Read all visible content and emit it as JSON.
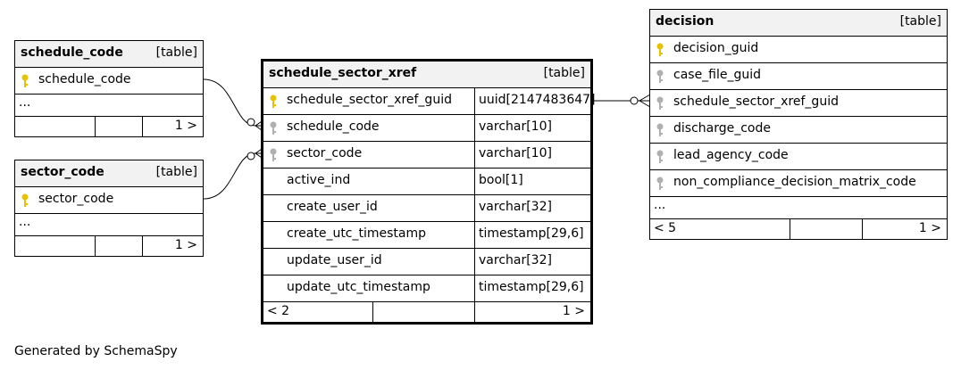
{
  "tables": {
    "schedule_code": {
      "name": "schedule_code",
      "tag": "[table]",
      "columns": [
        {
          "name": "schedule_code",
          "key": "primary"
        }
      ],
      "ellipsis": "...",
      "footer_left": "",
      "footer_right": "1 >"
    },
    "sector_code": {
      "name": "sector_code",
      "tag": "[table]",
      "columns": [
        {
          "name": "sector_code",
          "key": "primary"
        }
      ],
      "ellipsis": "...",
      "footer_left": "",
      "footer_right": "1 >"
    },
    "schedule_sector_xref": {
      "name": "schedule_sector_xref",
      "tag": "[table]",
      "columns": [
        {
          "name": "schedule_sector_xref_guid",
          "type": "uuid[2147483647]",
          "key": "primary"
        },
        {
          "name": "schedule_code",
          "type": "varchar[10]",
          "key": "foreign"
        },
        {
          "name": "sector_code",
          "type": "varchar[10]",
          "key": "foreign"
        },
        {
          "name": "active_ind",
          "type": "bool[1]",
          "key": "none"
        },
        {
          "name": "create_user_id",
          "type": "varchar[32]",
          "key": "none"
        },
        {
          "name": "create_utc_timestamp",
          "type": "timestamp[29,6]",
          "key": "none"
        },
        {
          "name": "update_user_id",
          "type": "varchar[32]",
          "key": "none"
        },
        {
          "name": "update_utc_timestamp",
          "type": "timestamp[29,6]",
          "key": "none"
        }
      ],
      "footer_left": "< 2",
      "footer_right": "1 >"
    },
    "decision": {
      "name": "decision",
      "tag": "[table]",
      "columns": [
        {
          "name": "decision_guid",
          "key": "primary"
        },
        {
          "name": "case_file_guid",
          "key": "foreign"
        },
        {
          "name": "schedule_sector_xref_guid",
          "key": "foreign"
        },
        {
          "name": "discharge_code",
          "key": "foreign"
        },
        {
          "name": "lead_agency_code",
          "key": "foreign"
        },
        {
          "name": "non_compliance_decision_matrix_code",
          "key": "foreign"
        }
      ],
      "ellipsis": "...",
      "footer_left": "< 5",
      "footer_right": "1 >"
    }
  },
  "colors": {
    "primary_key": "#e6c200",
    "foreign_key": "#b0b0b0",
    "header_bg": "#f2f2f2"
  },
  "credit": "Generated by SchemaSpy"
}
